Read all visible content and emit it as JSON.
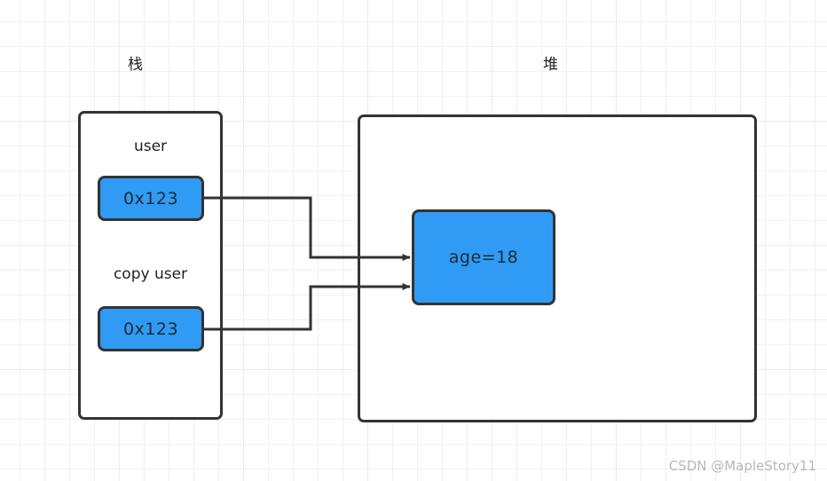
{
  "diagram": {
    "title_stack": "栈",
    "title_heap": "堆",
    "stack": {
      "variables": [
        {
          "name": "user",
          "value": "0x123"
        },
        {
          "name": "copy user",
          "value": "0x123"
        }
      ]
    },
    "heap": {
      "objects": [
        {
          "value": "age=18"
        }
      ]
    },
    "colors": {
      "box_fill": "#2f9bf5",
      "box_border": "#333333",
      "connector": "#333333",
      "background": "#ffffff",
      "grid": "#f0f0f0",
      "watermark": "#b8b8b8"
    }
  },
  "watermark": "CSDN @MapleStory11"
}
